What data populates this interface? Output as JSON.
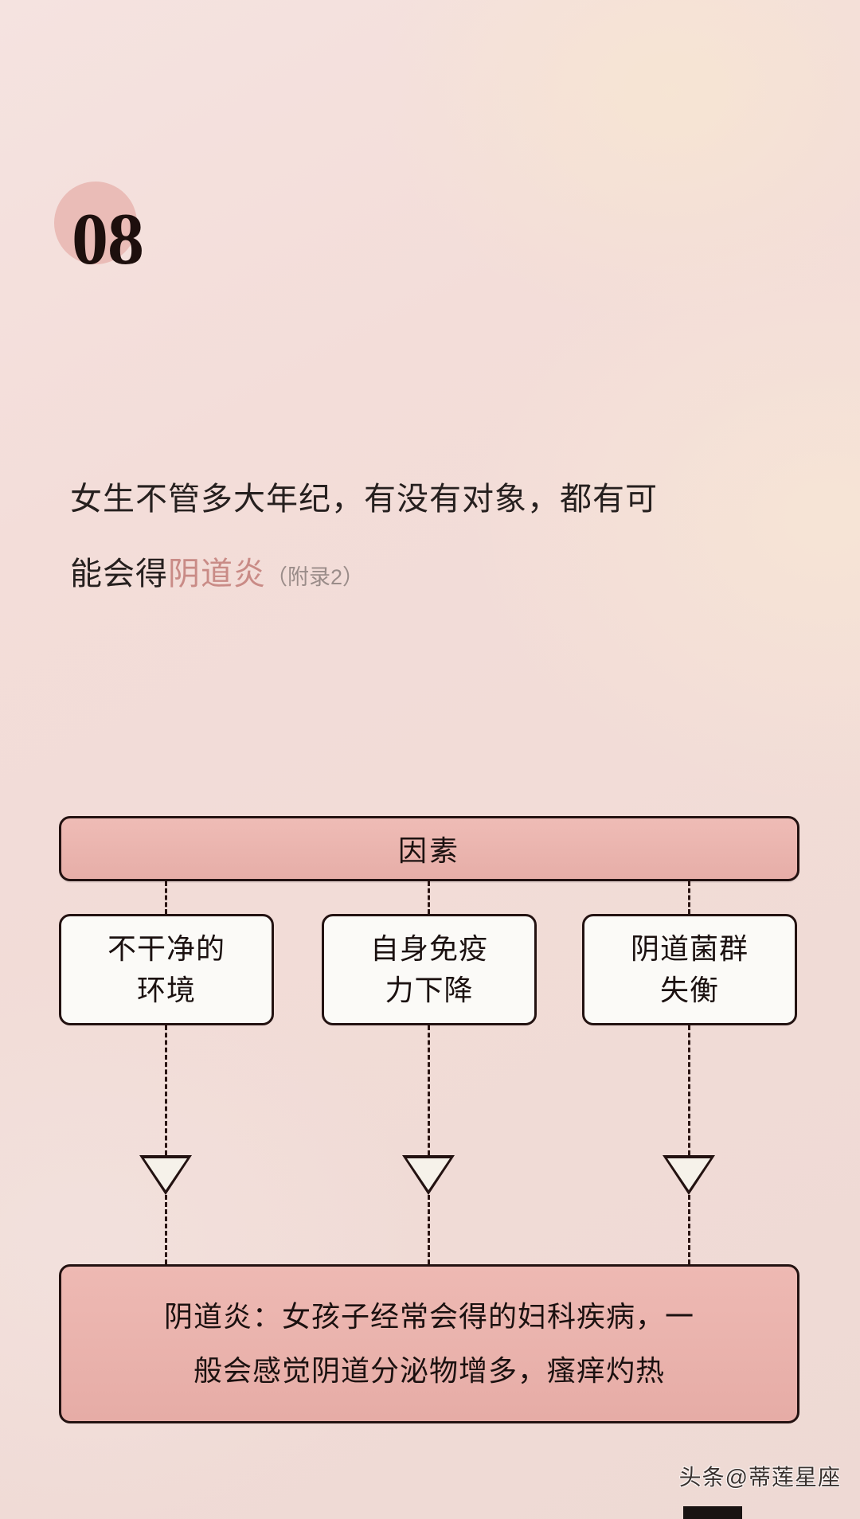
{
  "section": {
    "number": "08",
    "accent_circle_color": "#e8b3ae"
  },
  "headline": {
    "line1": "女生不管多大年纪，有没有对象，都有可",
    "line2_prefix": "能会得",
    "line2_accent": "阴道炎",
    "line2_note": "（附录2）",
    "accent_color": "#c98b86"
  },
  "flow": {
    "header_label": "因素",
    "header_color": "#eab4ae",
    "factors": [
      {
        "line1": "不干净的",
        "line2": "环境"
      },
      {
        "line1": "自身免疫",
        "line2": "力下降"
      },
      {
        "line1": "阴道菌群",
        "line2": "失衡"
      }
    ],
    "result": {
      "line1": "阴道炎：女孩子经常会得的妇科疾病，一",
      "line2": "般会感觉阴道分泌物增多，瘙痒灼热"
    },
    "arrow_icon": "triangle-down-icon",
    "connector_style": "dashed"
  },
  "watermark": {
    "text": "头条@蒂莲星座"
  }
}
